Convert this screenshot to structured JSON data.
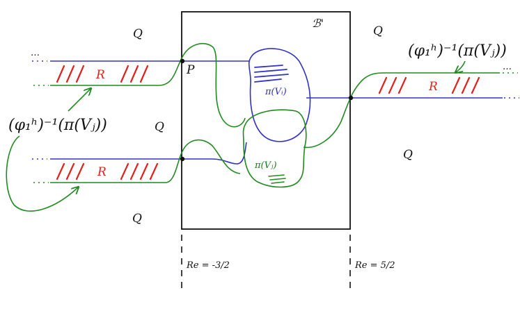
{
  "labels": {
    "box": "ℬ'",
    "q_top_left": "Q",
    "q_top_right": "Q",
    "q_mid_left": "Q",
    "q_mid_right": "Q",
    "q_bottom_left": "Q",
    "r_top_left": "R",
    "r_bottom_left": "R",
    "r_right": "R",
    "point_p": "P",
    "preimage_left": "(φ₁ʰ)⁻¹(π(Vⱼ))",
    "preimage_right": "(φ₁ʰ)⁻¹(π(Vⱼ))",
    "pi_vi": "π(Vᵢ)",
    "pi_vj": "π(Vⱼ)",
    "re_left": "Re = -3/2",
    "re_right": "Re = 5/2",
    "ellipsis": "…"
  },
  "colors": {
    "blue": "#3030c8",
    "green": "#1f8a1f",
    "red": "#e0201a",
    "black": "#111111"
  }
}
